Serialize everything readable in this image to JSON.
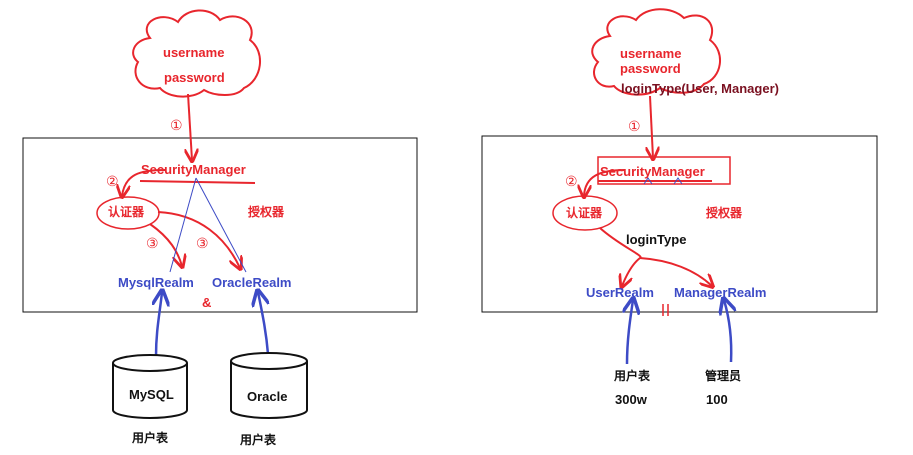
{
  "left": {
    "cloud": {
      "line1": "username",
      "line2": "password"
    },
    "step1": "①",
    "security_manager": "SecurityManager",
    "step2": "②",
    "authenticator": "认证器",
    "authorizer": "授权器",
    "step3a": "③",
    "step3b": "③",
    "realm1": "MysqlRealm",
    "realm2": "OracleRealm",
    "and_symbol": "&",
    "db1": {
      "name": "MySQL",
      "caption": "用户表"
    },
    "db2": {
      "name": "Oracle",
      "caption": "用户表"
    }
  },
  "right": {
    "cloud": {
      "line1": "username",
      "line2": "password",
      "line3": "loginType(User, Manager)"
    },
    "step1": "①",
    "security_manager": "SecurityManager",
    "step2": "②",
    "authenticator": "认证器",
    "authorizer": "授权器",
    "login_type": "loginType",
    "realm1": "UserRealm",
    "realm2": "ManagerRealm",
    "or_symbol": "||",
    "label1": "用户表",
    "label2": "管理员",
    "count1": "300w",
    "count2": "100"
  },
  "colors": {
    "red": "#e8262d",
    "blue": "#3d4bc6",
    "maroon": "#7a1020"
  }
}
